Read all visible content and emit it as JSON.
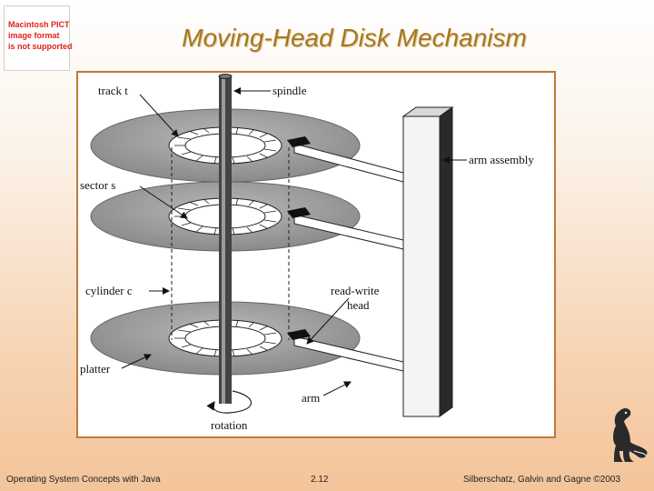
{
  "placeholder_image": {
    "lines": [
      "Macintosh PICT",
      "image format",
      "is not supported"
    ]
  },
  "title": "Moving-Head Disk Mechanism",
  "diagram": {
    "labels": {
      "track": "track t",
      "spindle": "spindle",
      "arm_assembly": "arm assembly",
      "sector": "sector s",
      "cylinder": "cylinder c",
      "read_write_line1": "read-write",
      "read_write_line2": "head",
      "platter": "platter",
      "arm": "arm",
      "rotation": "rotation"
    },
    "colors": {
      "platter": "#9a9a9a",
      "platter_edge": "#6a6a6a",
      "spindle": "#3a3a3a",
      "border": "#c07a3a"
    }
  },
  "footer": {
    "left": "Operating System Concepts with Java",
    "center": "2.12",
    "right": "Silberschatz, Galvin and Gagne ©2003"
  }
}
